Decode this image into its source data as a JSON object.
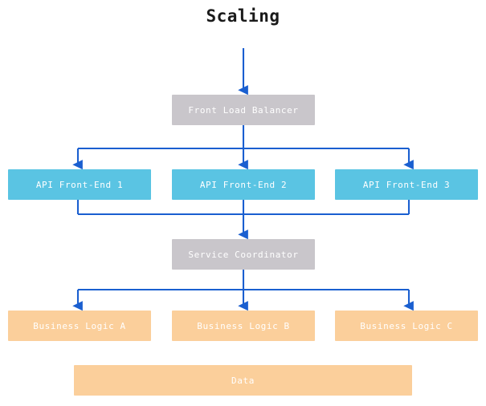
{
  "diagram": {
    "title": "Scaling",
    "type": "flowchart",
    "colors": {
      "background": "#ffffff",
      "title_text": "#1a1a1a",
      "tier_balancer": "#c9c6cb",
      "tier_api": "#5ac4e3",
      "tier_logic": "#fbcf9b",
      "node_text": "#ffffff",
      "edge": "#1a5fd0"
    },
    "nodes": {
      "front_load_balancer": "Front Load Balancer",
      "api_front_end_1": "API Front-End 1",
      "api_front_end_2": "API Front-End 2",
      "api_front_end_3": "API Front-End 3",
      "service_coordinator": "Service Coordinator",
      "business_logic_a": "Business Logic A",
      "business_logic_b": "Business Logic B",
      "business_logic_c": "Business Logic C",
      "data": "Data"
    },
    "tiers": [
      {
        "name": "entry",
        "members": [
          "Front Load Balancer"
        ]
      },
      {
        "name": "api",
        "members": [
          "API Front-End 1",
          "API Front-End 2",
          "API Front-End 3"
        ]
      },
      {
        "name": "coordination",
        "members": [
          "Service Coordinator"
        ]
      },
      {
        "name": "logic",
        "members": [
          "Business Logic A",
          "Business Logic B",
          "Business Logic C"
        ]
      },
      {
        "name": "storage",
        "members": [
          "Data"
        ]
      }
    ],
    "edges": [
      {
        "from": "external-traffic",
        "to": "Front Load Balancer",
        "arrow": true
      },
      {
        "from": "Front Load Balancer",
        "to": "API Front-End 1",
        "arrow": true
      },
      {
        "from": "Front Load Balancer",
        "to": "API Front-End 2",
        "arrow": true
      },
      {
        "from": "Front Load Balancer",
        "to": "API Front-End 3",
        "arrow": true
      },
      {
        "from": "API Front-End 1",
        "to": "Service Coordinator",
        "arrow": true
      },
      {
        "from": "API Front-End 2",
        "to": "Service Coordinator",
        "arrow": true
      },
      {
        "from": "API Front-End 3",
        "to": "Service Coordinator",
        "arrow": true
      },
      {
        "from": "Service Coordinator",
        "to": "Business Logic A",
        "arrow": true
      },
      {
        "from": "Service Coordinator",
        "to": "Business Logic B",
        "arrow": true
      },
      {
        "from": "Service Coordinator",
        "to": "Business Logic C",
        "arrow": true
      }
    ]
  }
}
